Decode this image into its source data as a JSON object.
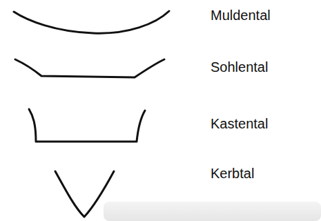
{
  "diagram": {
    "labels": [
      "Muldental",
      "Sohlental",
      "Kastental",
      "Kerbtal"
    ]
  }
}
